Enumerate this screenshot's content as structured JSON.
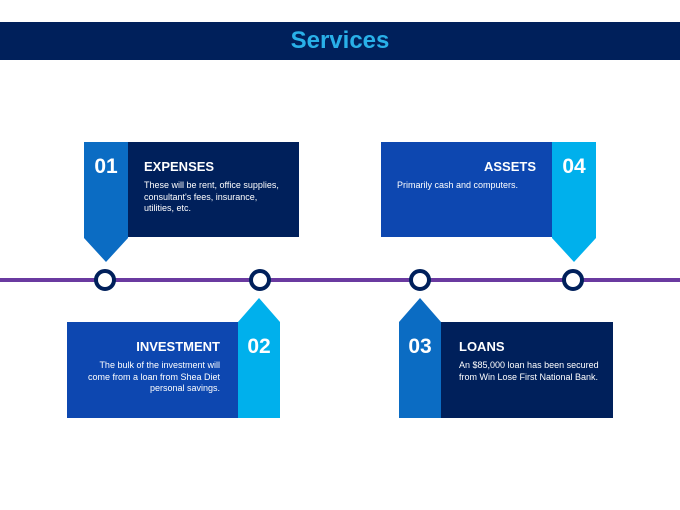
{
  "header": {
    "title": "Services"
  },
  "items": [
    {
      "num": "01",
      "title": "EXPENSES",
      "text": "These will be rent, office supplies, consultant's fees, insurance, utilities, etc."
    },
    {
      "num": "02",
      "title": "INVESTMENT",
      "text": "The bulk of the investment will come from a loan from Shea Diet personal savings."
    },
    {
      "num": "03",
      "title": "LOANS",
      "text": "An $85,000 loan has been secured from Win Lose First National Bank."
    },
    {
      "num": "04",
      "title": "ASSETS",
      "text": "Primarily cash and computers."
    }
  ],
  "colors": {
    "navy": "#00205b",
    "royal": "#0d47b0",
    "tab_blue": "#0b6cc3",
    "tab_cyan": "#00b0ec",
    "timeline": "#6a3aa0",
    "title": "#29b0e8"
  }
}
